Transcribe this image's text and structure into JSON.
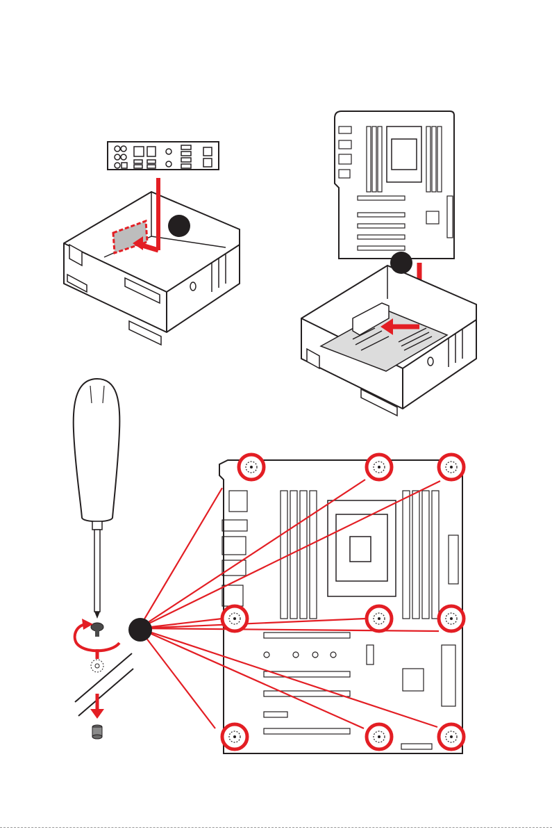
{
  "figure": {
    "steps": [
      {
        "id": "io-shield-install",
        "marker_label": ""
      },
      {
        "id": "motherboard-place",
        "marker_label": ""
      },
      {
        "id": "screw-fasten",
        "marker_label": ""
      }
    ],
    "mounting_holes": {
      "count": 9
    },
    "colors": {
      "accent": "#e31e24",
      "line": "#231f20",
      "board_fill": "#ffffff",
      "installed_board": "#dcdcdc",
      "marker": "#231f20"
    },
    "icons": [
      "screwdriver-icon",
      "screw-icon",
      "standoff-icon",
      "rotate-arrow-icon",
      "down-arrow-icon"
    ]
  }
}
